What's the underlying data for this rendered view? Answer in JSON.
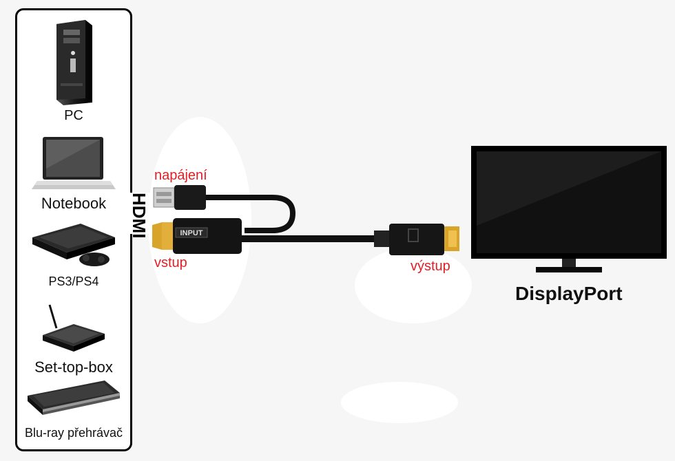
{
  "sources": {
    "frame_label": "HDMI",
    "devices": [
      {
        "label": "PC",
        "icon": "pc-tower-icon"
      },
      {
        "label": "Notebook",
        "icon": "laptop-icon"
      },
      {
        "label": "PS3/PS4",
        "icon": "game-console-icon"
      },
      {
        "label": "Set-top-box",
        "icon": "set-top-box-icon"
      },
      {
        "label": "Blu-ray přehrávač",
        "icon": "bluray-player-icon"
      }
    ]
  },
  "cable": {
    "power_label": "napájení",
    "input_label": "vstup",
    "output_label": "výstup",
    "input_plug_text": "INPUT"
  },
  "display": {
    "label": "DisplayPort",
    "icon": "monitor-icon"
  },
  "colors": {
    "label_red": "#e31e24",
    "gold_connector": "#d9a42a",
    "cable_black": "#111111"
  }
}
